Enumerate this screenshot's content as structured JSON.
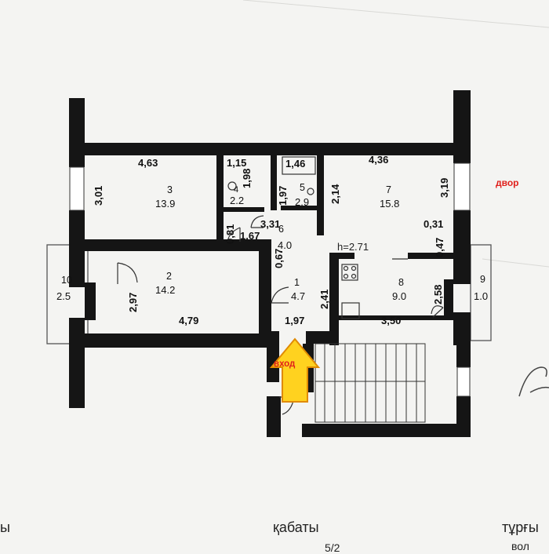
{
  "plan": {
    "height_note": "h=2.71",
    "courtyard_label": "двор",
    "entrance_label": "вход",
    "rooms": [
      {
        "id": "1",
        "area": "4.7"
      },
      {
        "id": "2",
        "area": "14.2"
      },
      {
        "id": "3",
        "area": "13.9"
      },
      {
        "id": "4",
        "area": "2.2"
      },
      {
        "id": "5",
        "area": "2.9"
      },
      {
        "id": "6",
        "area": "4.0"
      },
      {
        "id": "7",
        "area": "15.8"
      },
      {
        "id": "8",
        "area": "9.0"
      },
      {
        "id": "9",
        "area": "1.0"
      },
      {
        "id": "10",
        "area": "2.5"
      }
    ],
    "dimensions": [
      "4,63",
      "3,01",
      "1,15",
      "1,98",
      "1,46",
      "1,97",
      "4,36",
      "2,14",
      "3,19",
      "0,81",
      "3,31",
      "1,67",
      "0,67",
      "0,31",
      "0,47",
      "2,97",
      "4,79",
      "2,41",
      "1,97",
      "3,50",
      "2,58"
    ]
  },
  "footer": {
    "left_text": "ы",
    "center_text": "қабаты",
    "right_text": "тұрғы",
    "bottom_center_text": "5/2",
    "bottom_right_text": "вол"
  },
  "colors": {
    "wall": "#151515",
    "paper": "#f4f4f2",
    "arrow_fill": "#ffd21f",
    "arrow_stroke": "#e08a00",
    "accent_red": "#e0201c"
  }
}
